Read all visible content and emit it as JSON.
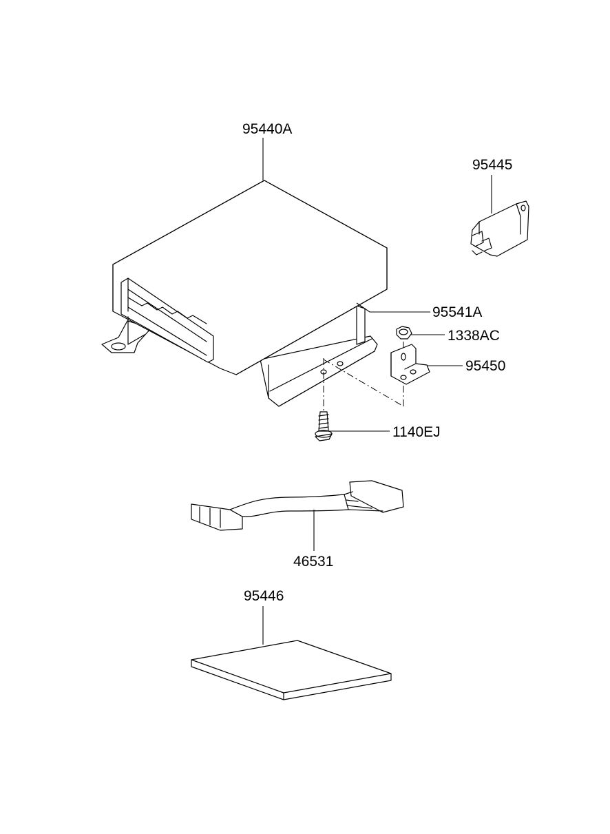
{
  "diagram": {
    "parts": [
      {
        "id": "95440A"
      },
      {
        "id": "95445"
      },
      {
        "id": "95541A"
      },
      {
        "id": "1338AC"
      },
      {
        "id": "95450"
      },
      {
        "id": "1140EJ"
      },
      {
        "id": "46531"
      },
      {
        "id": "95446"
      }
    ]
  }
}
